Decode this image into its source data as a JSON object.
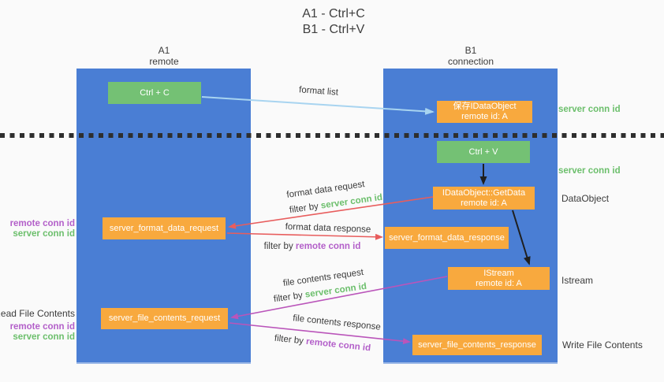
{
  "title": {
    "line1": "A1 - Ctrl+C",
    "line2": "B1 - Ctrl+V"
  },
  "columns": {
    "left": {
      "name": "A1",
      "role": "remote"
    },
    "right": {
      "name": "B1",
      "role": "connection"
    }
  },
  "nodes": {
    "ctrl_c": "Ctrl + C",
    "ctrl_v": "Ctrl + V",
    "save_idataobject": {
      "line1": "保存IDataObject",
      "line2": "remote id: A"
    },
    "getdata": {
      "line1": "IDataObject::GetData",
      "line2": "remote id: A"
    },
    "istream": {
      "line1": "IStream",
      "line2": "remote id: A"
    },
    "format_request": "server_format_data_request",
    "format_response": "server_format_data_response",
    "file_request": "server_file_contents_request",
    "file_response": "server_file_contents_response"
  },
  "arrow_labels": {
    "format_list": "format list",
    "format_data_request": "format data request",
    "format_data_response": "format data response",
    "file_contents_request": "file contents request",
    "file_contents_response": "file contents response",
    "filter_by": "filter by",
    "server_conn_id": "server conn id",
    "remote_conn_id": "remote conn id"
  },
  "side_labels": {
    "server_conn_id_top": "server conn id",
    "server_conn_id_mid": "server conn id",
    "dataobject": "DataObject",
    "istream": "Istream",
    "write_file_contents": "Write File Contents",
    "read_file_contents": "Read File Contents",
    "left_remote_conn_id_1": "remote conn id",
    "left_server_conn_id_1": "server conn id",
    "left_remote_conn_id_2": "remote conn id",
    "left_server_conn_id_2": "server conn id"
  },
  "colors": {
    "column_blue": "#4a7ed4",
    "box_green": "#74c174",
    "box_orange": "#f8a93e",
    "arrow_red": "#e85d5d",
    "arrow_magenta": "#ba55ba",
    "arrow_light_blue": "#a8d4f0",
    "arrow_black": "#1f1f1f",
    "text_green": "#6cbf6c",
    "text_purple": "#b35fc9",
    "text_dark": "#3b3b3b"
  }
}
